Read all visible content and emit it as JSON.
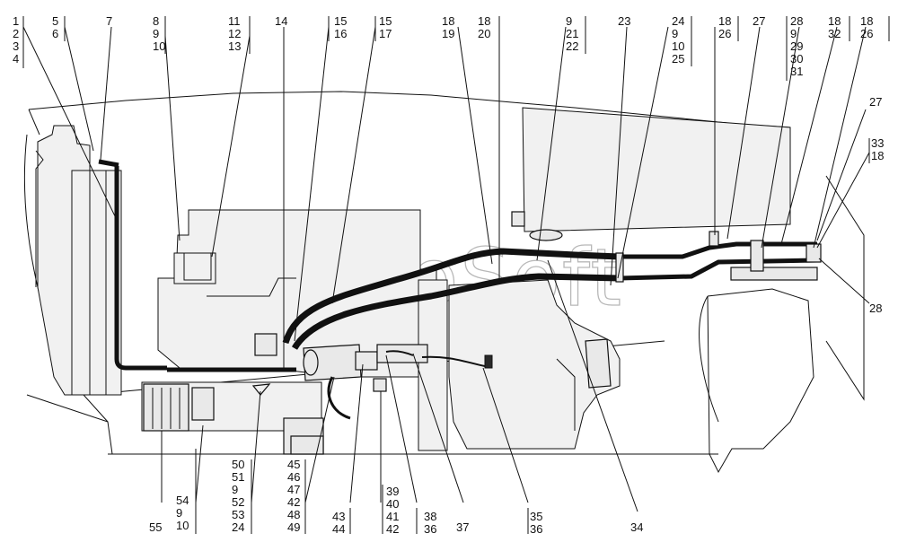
{
  "watermark": "AutoSoft",
  "callouts_top": [
    {
      "id": "c1",
      "lines": [
        "1",
        "2",
        "3",
        "4"
      ]
    },
    {
      "id": "c5",
      "lines": [
        "5",
        "6"
      ]
    },
    {
      "id": "c7",
      "lines": [
        "7"
      ]
    },
    {
      "id": "c8",
      "lines": [
        "8",
        "9",
        "10"
      ]
    },
    {
      "id": "c11",
      "lines": [
        "11",
        "12",
        "13"
      ]
    },
    {
      "id": "c14",
      "lines": [
        "14"
      ]
    },
    {
      "id": "c15a",
      "lines": [
        "15",
        "16"
      ]
    },
    {
      "id": "c15b",
      "lines": [
        "15",
        "17"
      ]
    },
    {
      "id": "c18a",
      "lines": [
        "18",
        "19"
      ]
    },
    {
      "id": "c18b",
      "lines": [
        "18",
        "20"
      ]
    },
    {
      "id": "c9",
      "lines": [
        "9",
        "21",
        "22"
      ]
    },
    {
      "id": "c23",
      "lines": [
        "23"
      ]
    },
    {
      "id": "c24",
      "lines": [
        "24",
        "9",
        "10",
        "25"
      ]
    },
    {
      "id": "c18c",
      "lines": [
        "18",
        "26"
      ]
    },
    {
      "id": "c27",
      "lines": [
        "27"
      ]
    },
    {
      "id": "c28",
      "lines": [
        "28",
        "9",
        "29",
        "30",
        "31"
      ]
    },
    {
      "id": "c18d",
      "lines": [
        "18",
        "32"
      ]
    },
    {
      "id": "c18e",
      "lines": [
        "18",
        "26"
      ]
    }
  ],
  "callouts_right": [
    {
      "id": "r27",
      "lines": [
        "27"
      ]
    },
    {
      "id": "r33",
      "lines": [
        "33",
        "18"
      ]
    },
    {
      "id": "r28",
      "lines": [
        "28"
      ]
    }
  ],
  "callouts_bottom": [
    {
      "id": "b55",
      "lines": [
        "55"
      ]
    },
    {
      "id": "b54",
      "lines": [
        "54",
        "9",
        "10"
      ]
    },
    {
      "id": "b50",
      "lines": [
        "50",
        "51",
        "9",
        "52",
        "53",
        "24"
      ]
    },
    {
      "id": "b45",
      "lines": [
        "45",
        "46",
        "47",
        "42",
        "48",
        "49"
      ]
    },
    {
      "id": "b43",
      "lines": [
        "43",
        "44"
      ]
    },
    {
      "id": "b39",
      "lines": [
        "39",
        "40",
        "41",
        "42"
      ]
    },
    {
      "id": "b38",
      "lines": [
        "38",
        "36"
      ]
    },
    {
      "id": "b37",
      "lines": [
        "37"
      ]
    },
    {
      "id": "b35",
      "lines": [
        "35",
        "36"
      ]
    },
    {
      "id": "b34",
      "lines": [
        "34"
      ]
    }
  ]
}
